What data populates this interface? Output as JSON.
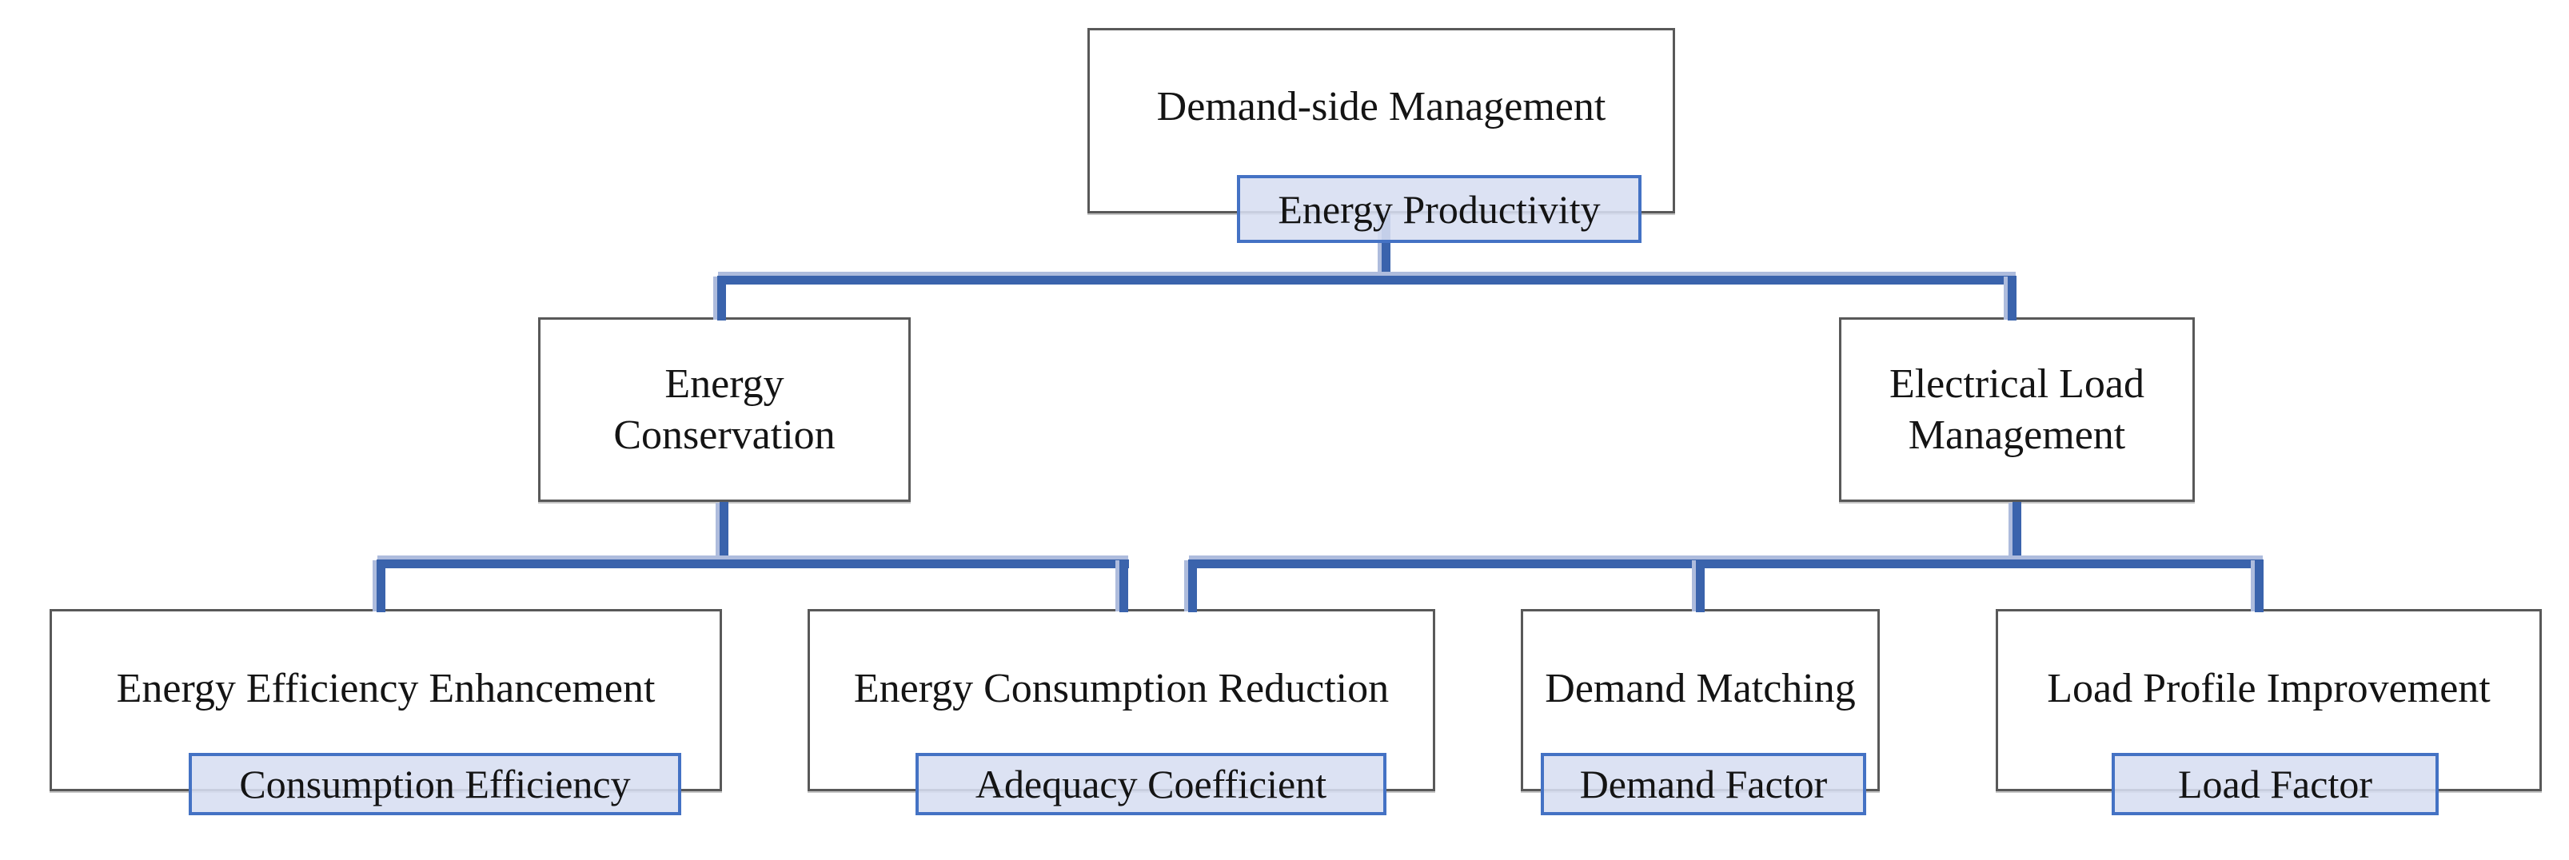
{
  "figure": {
    "type": "hierarchy-diagram",
    "topic": "Demand-side Management strategy tree with associated metrics",
    "colors": {
      "background": "#ffffff",
      "box-border": "#595959",
      "label-fill": "#d7deF1",
      "label-border": "#4472c4",
      "connector": "#3a63ac",
      "connector-halo": "#aebcdd",
      "text": "#141414"
    },
    "nodes": {
      "root": {
        "title": "Demand-side Management",
        "metric": "Energy Productivity"
      },
      "conservation": {
        "title": "Energy Conservation"
      },
      "load_management": {
        "title": "Electrical Load Management"
      },
      "efficiency": {
        "title": "Energy Efficiency Enhancement",
        "metric": "Consumption Efficiency"
      },
      "reduction": {
        "title": "Energy Consumption Reduction",
        "metric": "Adequacy Coefficient"
      },
      "matching": {
        "title": "Demand Matching",
        "metric": "Demand Factor"
      },
      "profile": {
        "title": "Load Profile Improvement",
        "metric": "Load Factor"
      }
    },
    "edges": [
      "Demand-side Management -> Energy Conservation",
      "Demand-side Management -> Electrical Load Management",
      "Energy Conservation -> Energy Efficiency Enhancement",
      "Energy Conservation -> Energy Consumption Reduction",
      "Electrical Load Management -> Energy Consumption Reduction",
      "Electrical Load Management -> Demand Matching",
      "Electrical Load Management -> Load Profile Improvement"
    ]
  }
}
